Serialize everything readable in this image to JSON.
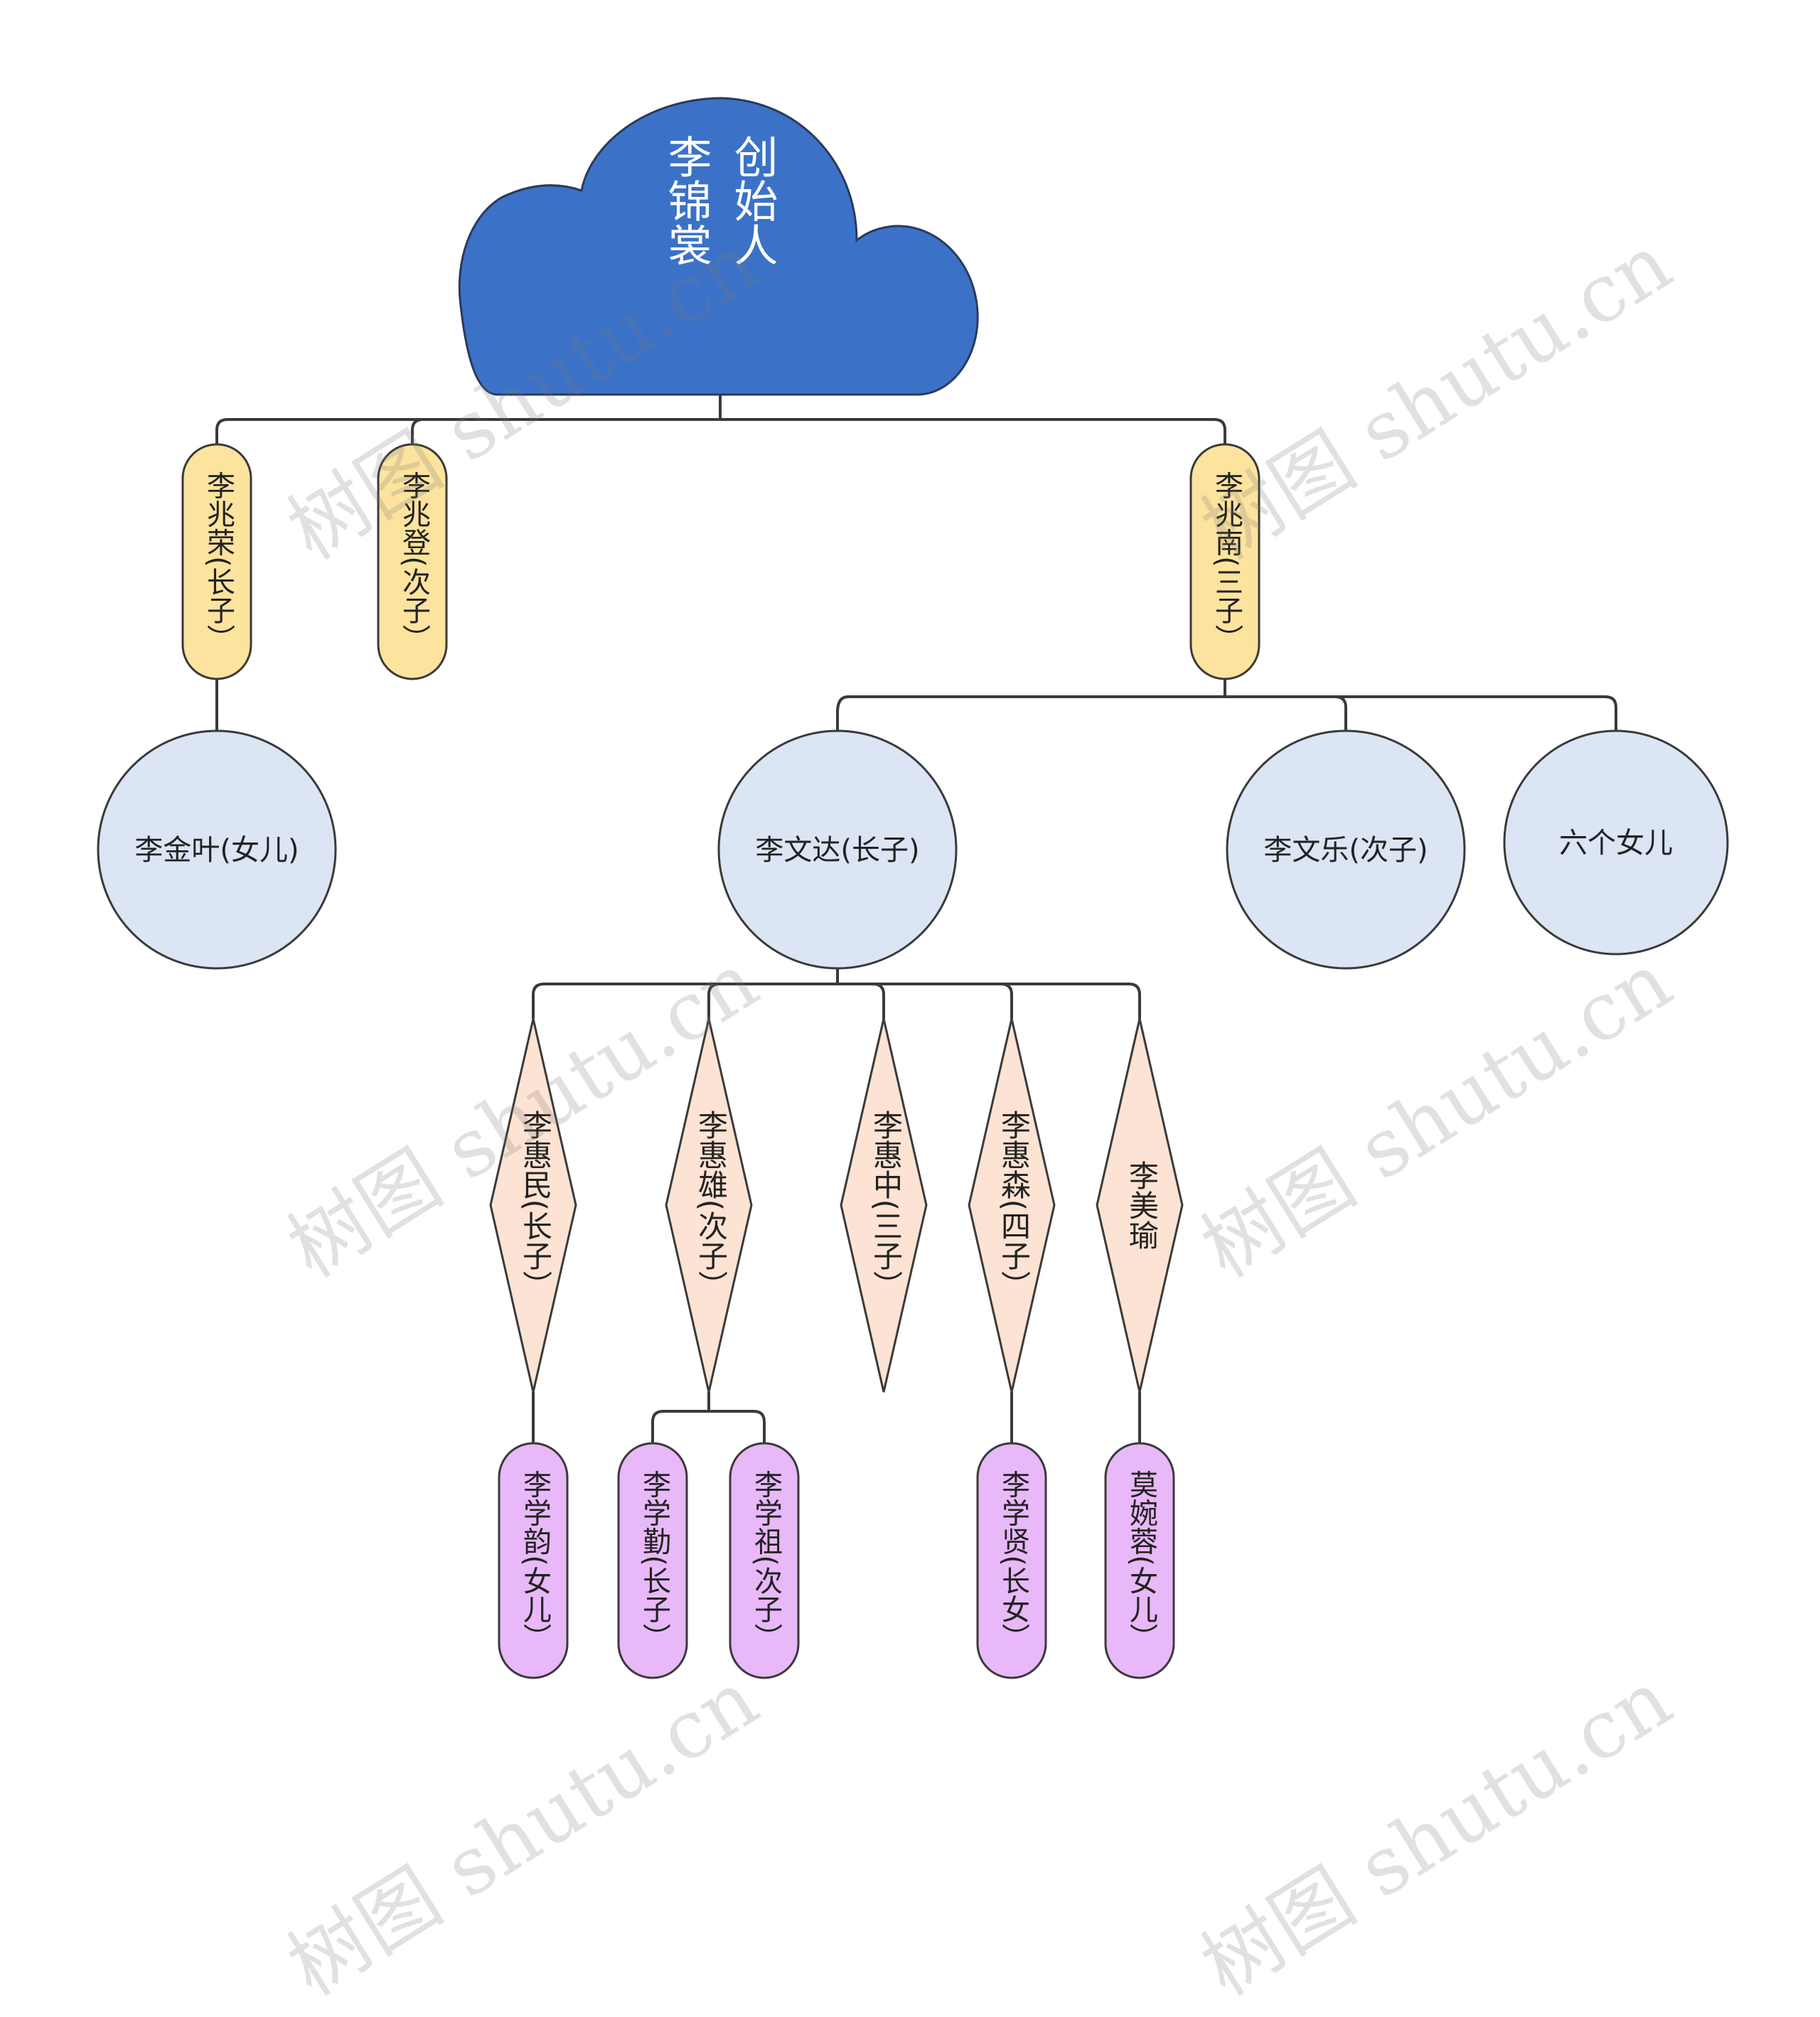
{
  "root": {
    "line1": "创始人",
    "line2": "李锦裳"
  },
  "sons": [
    {
      "name": "李兆荣(长子）",
      "color": "#fce39e"
    },
    {
      "name": "李兆登(次子）",
      "color": "#fce39e"
    },
    {
      "name": "李兆南(三子）",
      "color": "#fce39e"
    }
  ],
  "grandchildren": [
    {
      "name": "李金叶(女儿)"
    },
    {
      "name": "李文达(长子)"
    },
    {
      "name": "李文乐(次子)"
    },
    {
      "name": "六个女儿"
    }
  ],
  "great_grandchildren": [
    {
      "name": "李惠民(长子）"
    },
    {
      "name": "李惠雄(次子）"
    },
    {
      "name": "李惠中(三子）"
    },
    {
      "name": "李惠森(四子）"
    },
    {
      "name": "李美瑜"
    }
  ],
  "fifth_gen": [
    {
      "name": "李学韵(女儿）"
    },
    {
      "name": "李学勤(长子）"
    },
    {
      "name": "李学祖(次子）"
    },
    {
      "name": "李学贤(长女）"
    },
    {
      "name": "莫婉蓉(女儿）"
    }
  ],
  "watermark": "树图 shutu.cn",
  "colors": {
    "cloud": "#3b72c8",
    "son": "#fce39e",
    "circle": "#dbe5f4",
    "diamond": "#fde3d3",
    "pill": "#e8b8f8",
    "line": "#3a3a3a"
  }
}
